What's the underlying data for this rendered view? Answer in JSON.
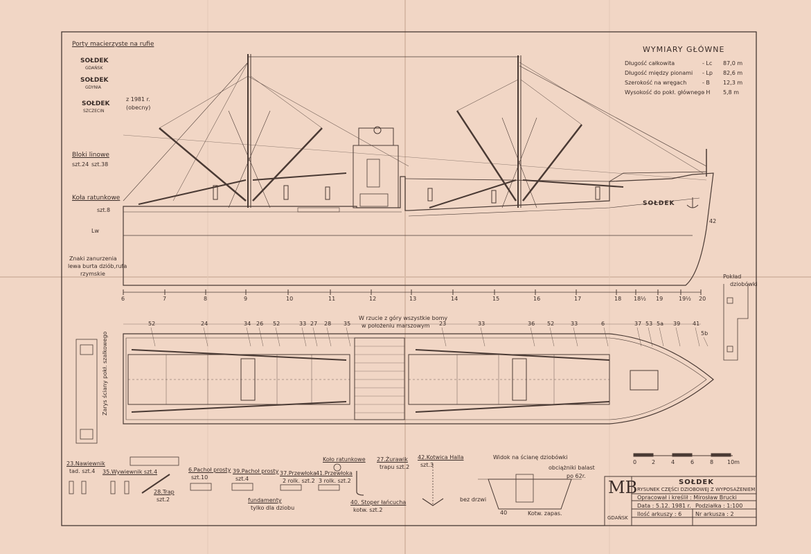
{
  "ports": {
    "title": "Porty macierzyste na rufie",
    "names": [
      {
        "name": "SOŁDEK",
        "port": "GDAŃSK"
      },
      {
        "name": "SOŁDEK",
        "port": "GDYNIA"
      },
      {
        "name": "SOŁDEK",
        "port": "SZCZECIN"
      }
    ],
    "note_year": "z 1981 r.",
    "note_current": "(obecny)"
  },
  "blocks": {
    "title": "Bloki linowe",
    "a": "szt.24",
    "b": "szt.38"
  },
  "lifebuoy": {
    "title": "Koła ratunkowe",
    "qty": "szt.8"
  },
  "draft_marks": {
    "lw": "Lw",
    "line1": "Znaki zanurzenia",
    "line2": "lewa burta dziób,rufa",
    "line3": "rzymskie"
  },
  "main_dims": {
    "title": "WYMIARY GŁÓWNE",
    "rows": [
      {
        "label": "Długość całkowita",
        "sym": "- Lc",
        "val": "87,0 m"
      },
      {
        "label": "Długość między pionami",
        "sym": "- Lp",
        "val": "82,6 m"
      },
      {
        "label": "Szerokość na wręgach",
        "sym": "- B",
        "val": "12,3 m"
      },
      {
        "label": "Wysokość do pokł. głównego",
        "sym": "- H",
        "val": "5,8 m"
      }
    ]
  },
  "ship_name": "SOŁDEK",
  "frame_labels": [
    "6",
    "7",
    "8",
    "9",
    "10",
    "11",
    "12",
    "13",
    "14",
    "15",
    "16",
    "17",
    "18",
    "18½",
    "19",
    "19½",
    "20"
  ],
  "plan_note": {
    "line1": "W rzucie z góry wszystkie bomy",
    "line2": "w położeniu marszowym"
  },
  "plan_callouts": [
    "52",
    "24",
    "34",
    "26",
    "52",
    "33",
    "27",
    "28",
    "35",
    "23",
    "33",
    "36",
    "52",
    "33",
    "6",
    "37",
    "53",
    "5a",
    "39",
    "41",
    "5b"
  ],
  "side_callout": "42",
  "forecastle": {
    "line1": "Pokład",
    "line2": "dziobówki"
  },
  "bulkhead_label": "Zarys ściany pokł. szalkowego",
  "scale": {
    "labels": [
      "0",
      "2",
      "4",
      "6",
      "8",
      "10m"
    ]
  },
  "legend": [
    {
      "t": "23.Nawiewnik",
      "q": "tad. szt.4"
    },
    {
      "t": "35.Wywiewnik szt.4",
      "q": ""
    },
    {
      "t": "28.Trap",
      "q": "szt.2"
    },
    {
      "t": "6.Pachoł prosty",
      "q": "szt.10"
    },
    {
      "t": "39.Pachoł prosty",
      "q": "szt.4"
    },
    {
      "t": "fundamenty",
      "q": "tylko dla dziobu"
    },
    {
      "t": "37.Przewłoka",
      "q": "2 rolk. szt.2"
    },
    {
      "t": "41.Przewłoka",
      "q": "3 rolk. szt.2"
    },
    {
      "t": "Koło ratunkowe",
      "q": ""
    },
    {
      "t": "27.Żurawik",
      "q": "trapu szt.2"
    },
    {
      "t": "40. Stoper łańcucha",
      "q": "kotw. szt.2"
    },
    {
      "t": "42.Kotwica Halla",
      "q": "szt.3"
    }
  ],
  "bow_view": {
    "title": "Widok na ścianę dziobówki",
    "ballast": "obciążniki balast",
    "ballast2": "po 62r.",
    "nodoors": "bez drzwi",
    "spare": "Kotw. zapas.",
    "n40": "40"
  },
  "title_block": {
    "logo": "MB",
    "city": "GDAŃSK",
    "ship": "SOŁDEK",
    "subtitle": "RYSUNEK CZĘŚCI DZIOBOWEJ Z WYPOSAŻENIEM",
    "author": "Opracował i kreślił : Mirosław Brucki",
    "date": "Data : 5.12. 1981 r.",
    "scale": "Podziałka : 1:100",
    "sheets": "Ilość arkuszy : 6",
    "sheet_no": "Nr arkusza : 2"
  }
}
